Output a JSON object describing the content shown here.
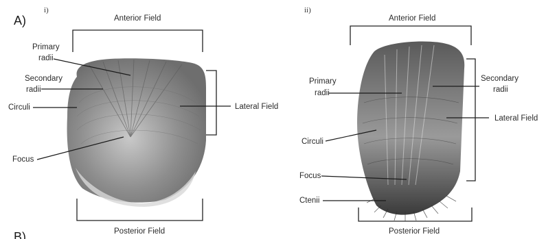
{
  "panel_letter": "A)",
  "panel_letter_next": "B)",
  "panel_i": {
    "numeral": "i)",
    "anterior": "Anterior Field",
    "posterior": "Posterior Field",
    "primary_1": "Primary",
    "primary_2": "radii",
    "secondary_1": "Secondary",
    "secondary_2": "radii",
    "circuli": "Circuli",
    "focus": "Focus",
    "lateral": "Lateral Field"
  },
  "panel_ii": {
    "numeral": "ii)",
    "anterior": "Anterior Field",
    "posterior": "Posterior Field",
    "primary_1": "Primary",
    "primary_2": "radii",
    "secondary_1": "Secondary",
    "secondary_2": "radii",
    "circuli": "Circuli",
    "focus": "Focus",
    "ctenii": "Ctenii",
    "lateral": "Lateral Field"
  },
  "colors": {
    "scale_fill": "#8a8a8a",
    "scale_dark": "#5e5e5e",
    "spine": "#3a3a3a"
  }
}
